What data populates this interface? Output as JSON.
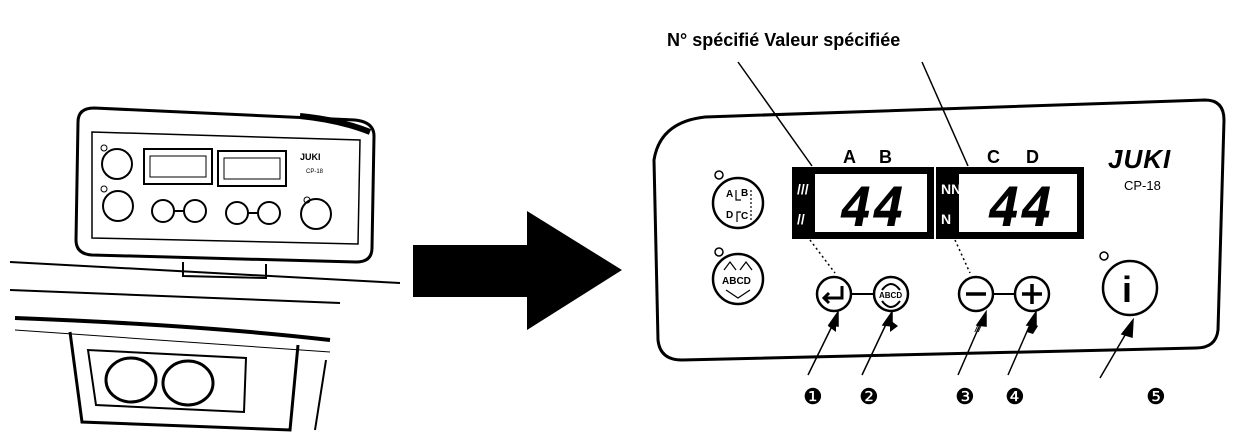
{
  "caption": "N° spécifié Valeur spécifiée",
  "brand": "JUKI",
  "model": "CP-18",
  "small_brand": "JUKI",
  "small_model": "CP-18",
  "display_labels": {
    "a": "A",
    "b": "B",
    "c": "C",
    "d": "D"
  },
  "display_left_value": "44",
  "display_right_value": "44",
  "icons": {
    "pattern_select": "ABCD-pattern-icon",
    "cycle": "ABCD-cycle-icon",
    "enter": "enter-arrow-icon",
    "back_forth": "ABCD-loop-icon",
    "minus": "minus-icon",
    "plus": "plus-icon",
    "info": "info-icon"
  },
  "pattern_button_text": {
    "tl": "A",
    "tr": "B",
    "bl": "D",
    "br": "C"
  },
  "cycle_button_text": "ABCD",
  "loop_button_text": "ABCD",
  "info_glyph": "i",
  "callouts": [
    "❶",
    "❷",
    "❸",
    "❹",
    "❺"
  ]
}
